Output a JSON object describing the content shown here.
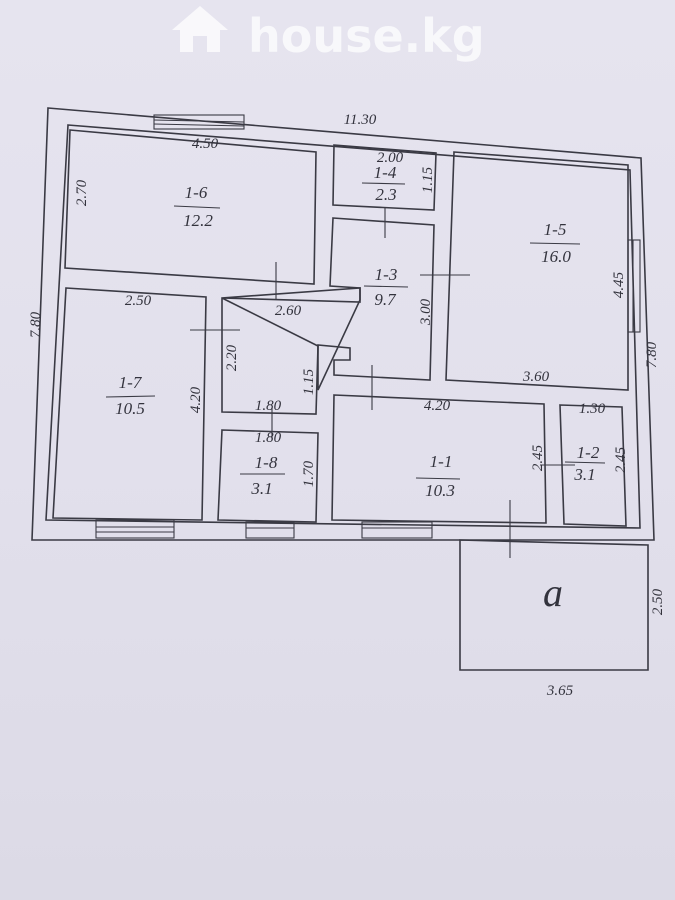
{
  "watermark": {
    "text": "house.kg",
    "icon": "house-icon"
  },
  "overall": {
    "width": "11.30",
    "height_left": "7.80",
    "height_right": "7.80"
  },
  "rooms": [
    {
      "id": "1-1",
      "area": "10.3",
      "dims": [
        "4.20",
        "2.45"
      ]
    },
    {
      "id": "1-2",
      "area": "3.1",
      "dims": [
        "1.30",
        "2.45"
      ]
    },
    {
      "id": "1-3",
      "area": "9.7",
      "dims": [
        "3.00"
      ]
    },
    {
      "id": "1-4",
      "area": "2.3",
      "dims": [
        "2.00",
        "1.15"
      ]
    },
    {
      "id": "1-5",
      "area": "16.0",
      "dims": [
        "4.45",
        "3.60"
      ]
    },
    {
      "id": "1-6",
      "area": "12.2",
      "dims": [
        "4.50",
        "2.70"
      ]
    },
    {
      "id": "1-7",
      "area": "10.5",
      "dims": [
        "2.50",
        "4.20"
      ]
    },
    {
      "id": "1-8",
      "area": "3.1",
      "dims": [
        "1.80",
        "1.70"
      ]
    }
  ],
  "corridor": {
    "dims": [
      "2.60",
      "2.20",
      "1.15",
      "1.80"
    ]
  },
  "annex": {
    "label": "a",
    "dims": [
      "3.65",
      "2.50"
    ]
  }
}
